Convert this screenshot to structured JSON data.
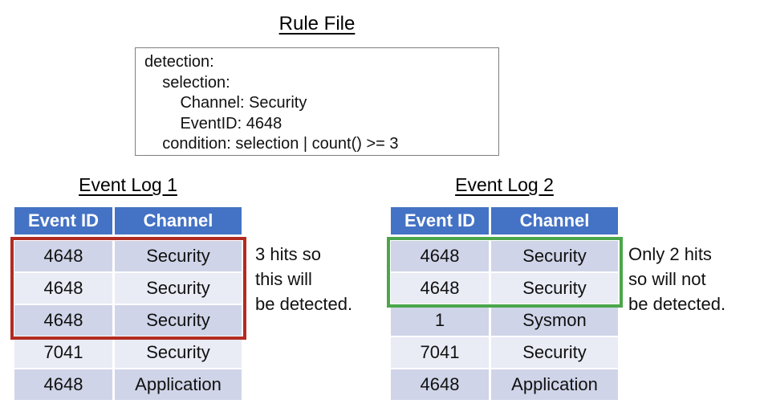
{
  "rule_file": {
    "title": "Rule File",
    "lines": [
      "detection:",
      "    selection:",
      "        Channel: Security",
      "        EventID: 4648",
      "    condition: selection | count() >= 3"
    ]
  },
  "tables": [
    {
      "title": "Event Log 1",
      "columns": [
        "Event ID",
        "Channel"
      ],
      "rows": [
        [
          "4648",
          "Security"
        ],
        [
          "4648",
          "Security"
        ],
        [
          "4648",
          "Security"
        ],
        [
          "7041",
          "Security"
        ],
        [
          "4648",
          "Application"
        ]
      ],
      "highlight": {
        "color": "#B22B21",
        "rows_covered": 3
      },
      "annotation": "3 hits so\nthis will\nbe detected."
    },
    {
      "title": "Event Log 2",
      "columns": [
        "Event ID",
        "Channel"
      ],
      "rows": [
        [
          "4648",
          "Security"
        ],
        [
          "4648",
          "Security"
        ],
        [
          "1",
          "Sysmon"
        ],
        [
          "7041",
          "Security"
        ],
        [
          "4648",
          "Application"
        ]
      ],
      "highlight": {
        "color": "#4BA64B",
        "rows_covered": 2
      },
      "annotation": "Only 2 hits\nso will not\nbe detected."
    }
  ],
  "colors": {
    "header_blue": "#4472C4",
    "band_dark": "#CFD4E8",
    "band_light": "#E9EBF5",
    "highlight_red": "#B22B21",
    "highlight_green": "#4BA64B"
  }
}
